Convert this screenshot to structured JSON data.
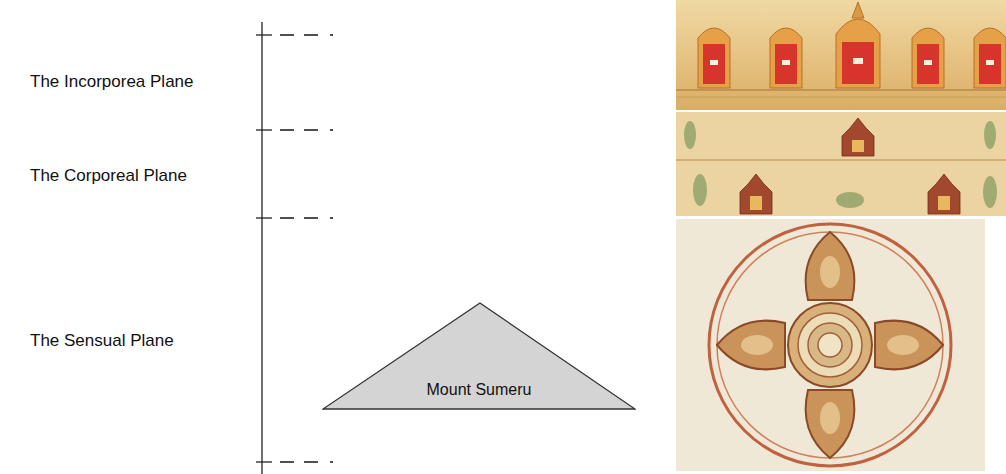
{
  "diagram": {
    "nodes": [
      {
        "text": [
          "Mount Sumeru"
        ]
      }
    ],
    "labels": [
      "The Incorporea Plane",
      "The Corporeal Plane",
      "The Sensual Plane"
    ]
  }
}
